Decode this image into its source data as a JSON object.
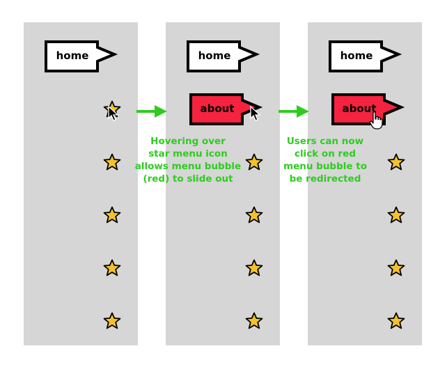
{
  "menu": {
    "home_label": "home",
    "about_label": "about"
  },
  "captions": {
    "step_one": "Hovering over\nstar menu icon\nallows menu bubble\n(red) to slide out",
    "step_two": "Users can now\nclick on red\nmenu bubble to\nbe redirected"
  },
  "colors": {
    "panel_background": "#d6d6d6",
    "bubble_default": "#ffffff",
    "bubble_active": "#f5233f",
    "star_fill": "#f2c12e",
    "arrow_and_caption": "#2fcc1f"
  },
  "icons": {
    "star": "star-icon",
    "pointer": "arrow-cursor-icon",
    "hand": "hand-cursor-icon",
    "flow_arrow": "right-arrow-icon"
  }
}
